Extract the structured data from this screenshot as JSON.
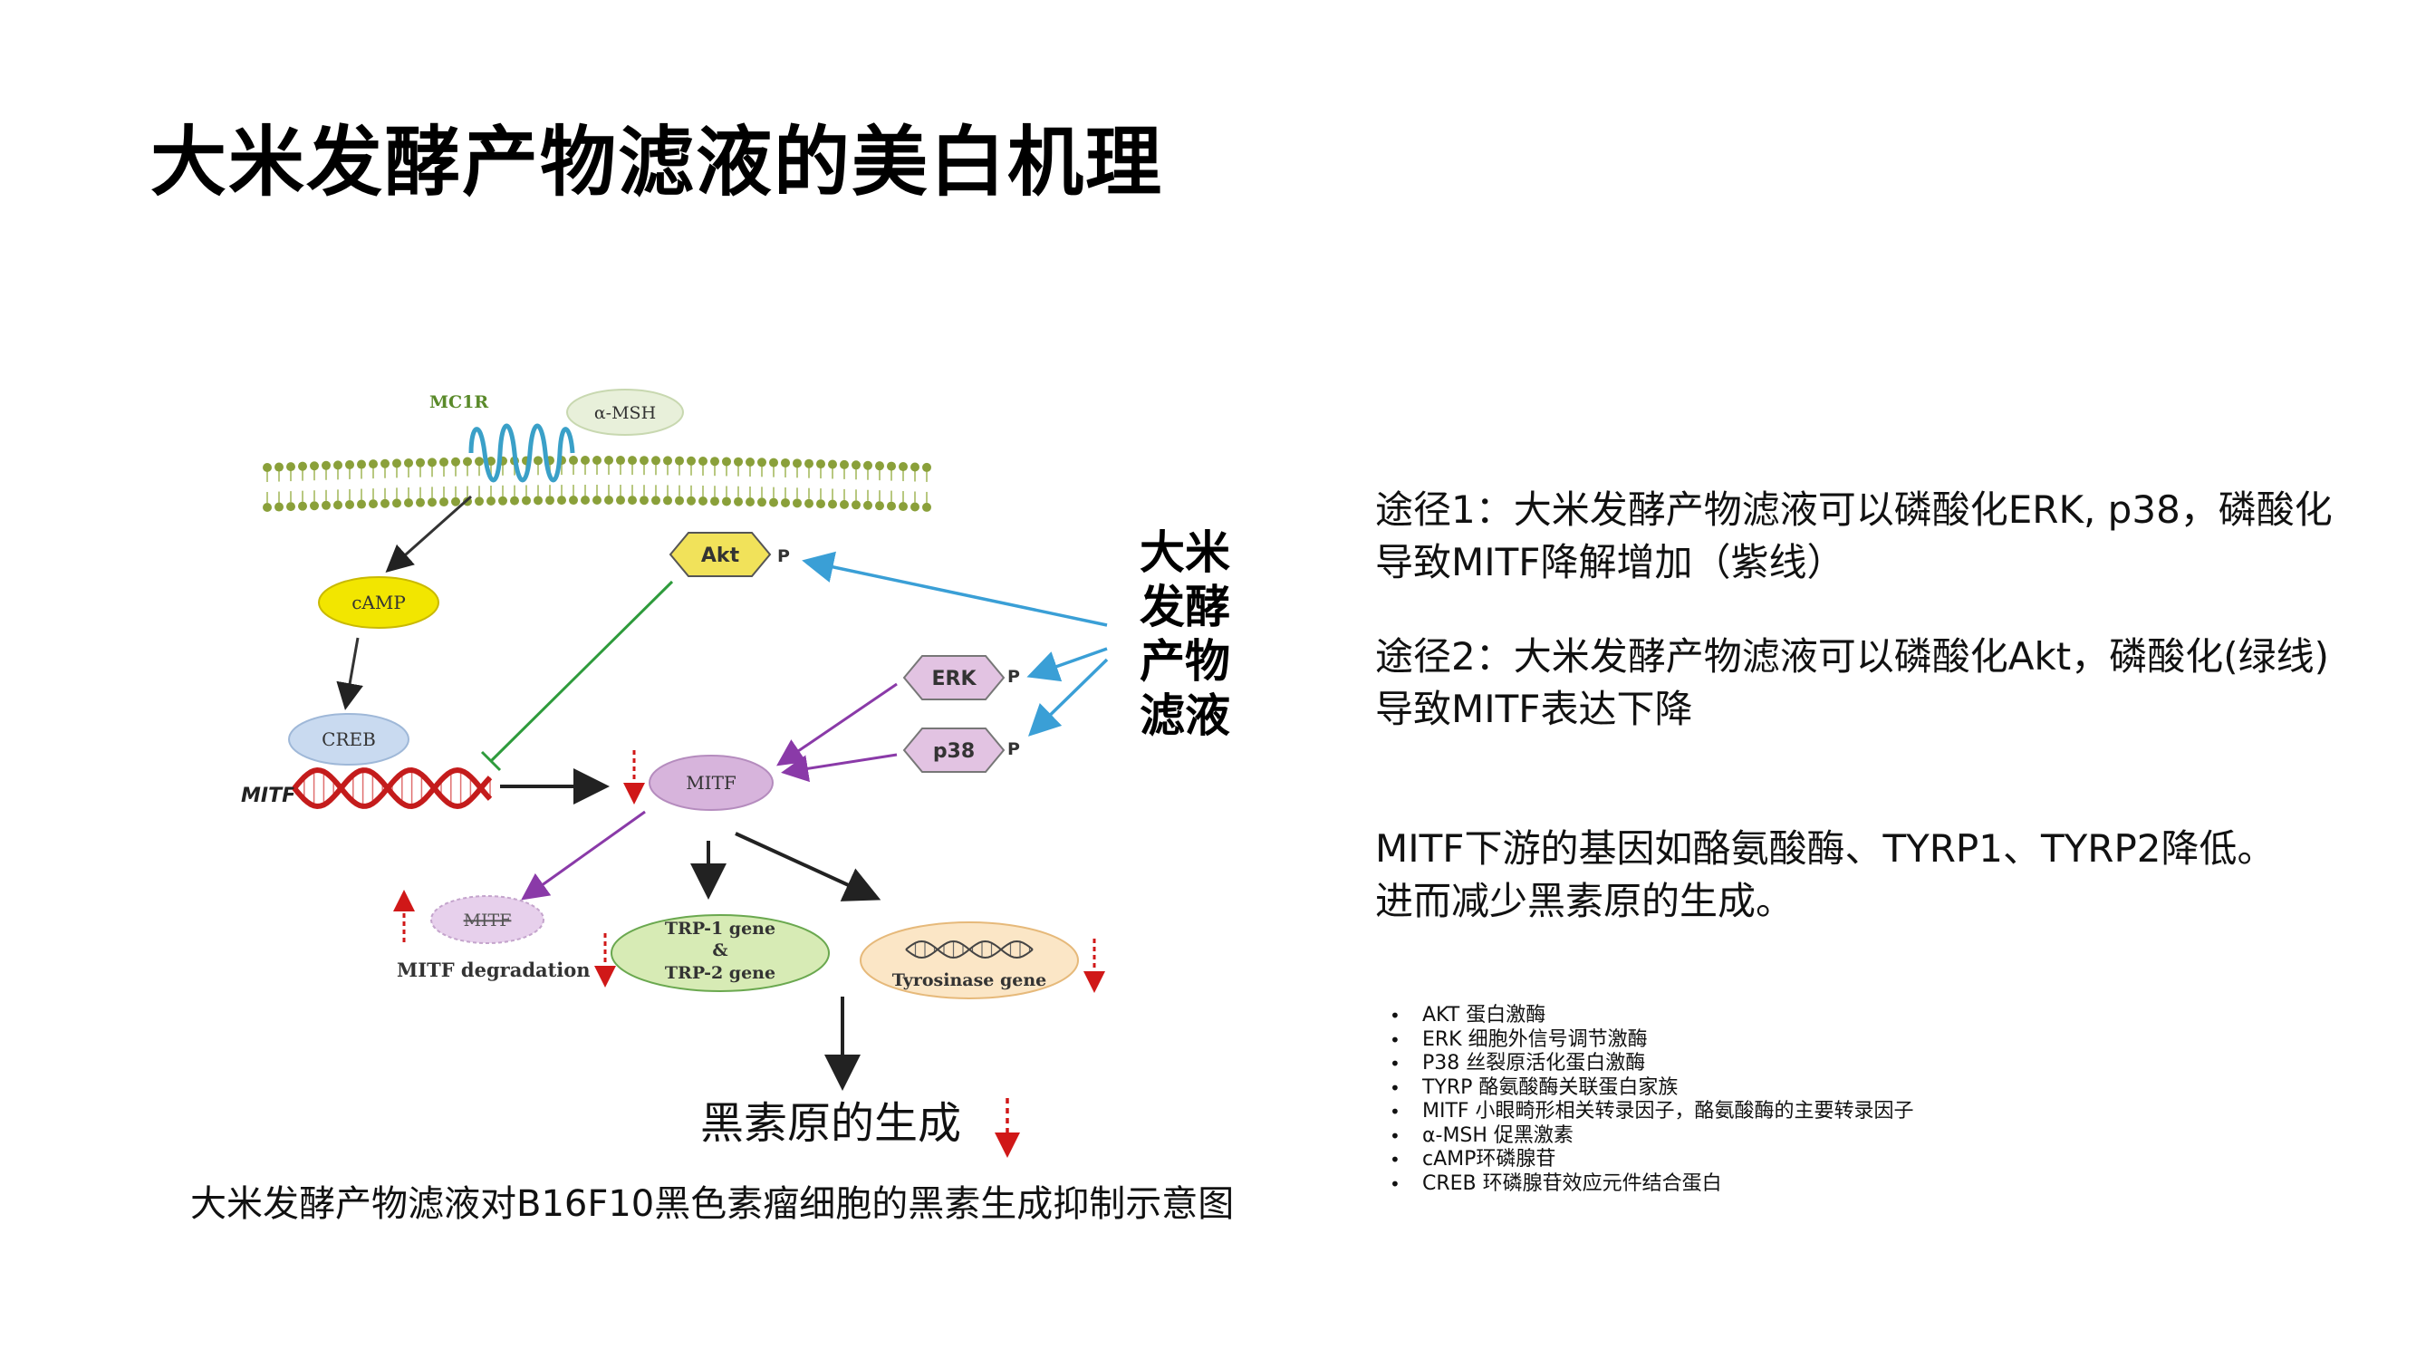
{
  "page": {
    "title": "大米发酵产物滤液的美白机理"
  },
  "diagram": {
    "mc1r": "MC1R",
    "amsh": "α-MSH",
    "camp": "cAMP",
    "creb": "CREB",
    "mitf_gene": "MITF",
    "mitf": "MITF",
    "mitf_deg_node": "MITF",
    "mitf_degradation": "MITF degradation",
    "trp_line1": "TRP-1 gene",
    "trp_amp": "&",
    "trp_line2": "TRP-2 gene",
    "tyr": "Tyrosinase gene",
    "akt": "Akt",
    "erk": "ERK",
    "p38": "p38",
    "phospho": "P",
    "side_label_chars": [
      "大米",
      "发酵",
      "产物",
      "滤液"
    ],
    "product": "黑素原的生成"
  },
  "caption": "大米发酵产物滤液对B16F10黑色素瘤细胞的黑素生成抑制示意图",
  "pathways": {
    "p1_line1": "途径1：大米发酵产物滤液可以磷酸化ERK, p38，磷酸化",
    "p1_line2": "导致MITF降解增加（紫线）",
    "p2_line1": "途径2：大米发酵产物滤液可以磷酸化Akt，磷酸化(绿线)",
    "p2_line2": "导致MITF表达下降",
    "p3_line1": "MITF下游的基因如酪氨酸酶、TYRP1、TYRP2降低。",
    "p3_line2": "进而减少黑素原的生成。"
  },
  "definitions": [
    "AKT 蛋白激酶",
    "ERK 细胞外信号调节激酶",
    "P38 丝裂原活化蛋白激酶",
    "TYRP 酪氨酸酶关联蛋白家族",
    "MITF 小眼畸形相关转录因子，酪氨酸酶的主要转录因子",
    "α-MSH 促黑激素",
    "cAMP环磷腺苷",
    "CREB 环磷腺苷效应元件结合蛋白"
  ],
  "colors": {
    "purple_line": "#8a3aa8",
    "green_line": "#2e9b3c",
    "blue_line": "#3a9fd6",
    "red_arrow": "#d01818",
    "camp_fill": "#f2e600",
    "creb_fill": "#c9daf0",
    "mitf_fill": "#d7b4dc",
    "hex_fill": "#e2c3e2",
    "akt_fill": "#f1e25a",
    "trp_fill": "#d7ebb5",
    "tyr_fill": "#fbe6c6",
    "dna_red": "#c41c1c"
  }
}
